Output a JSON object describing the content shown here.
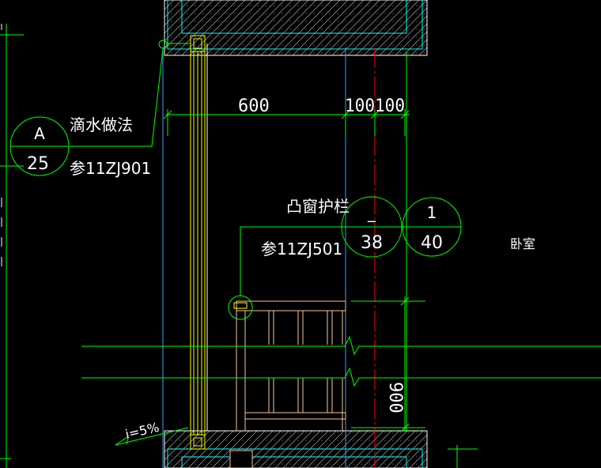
{
  "drawing": {
    "callouts": [
      {
        "top": "A",
        "bottom": "25"
      },
      {
        "top": "_",
        "bottom": "38"
      },
      {
        "top": "1",
        "bottom": "40"
      }
    ],
    "notes": {
      "drip_title": "滴水做法",
      "drip_ref": "参11ZJ901",
      "railing_title": "凸窗护栏",
      "railing_ref": "参11ZJ501",
      "room": "卧室",
      "slope": "i=5%"
    },
    "dimensions": {
      "width_600": "600",
      "width_100_100": "100100",
      "height_900": "900"
    },
    "colors": {
      "background": "#000000",
      "lines": "#00ff00",
      "wall_hatch": "#ffffff",
      "wall_outline": "#00ffff",
      "window_frame": "#ffff00",
      "railing": "#f5c6a0",
      "center_line": "#ff0000",
      "text": "#ffffff"
    }
  }
}
